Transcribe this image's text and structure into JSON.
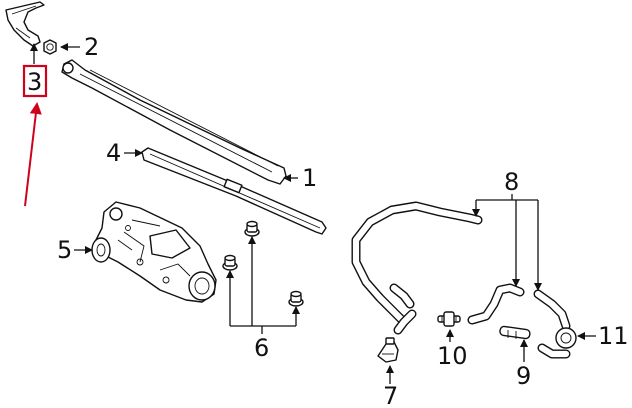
{
  "callouts": {
    "c1": "1",
    "c2": "2",
    "c3": "3",
    "c4": "4",
    "c5": "5",
    "c6": "6",
    "c7": "7",
    "c8": "8",
    "c9": "9",
    "c10": "10",
    "c11": "11"
  },
  "colors": {
    "line": "#111111",
    "highlight": "#d0021b",
    "background": "#ffffff"
  }
}
